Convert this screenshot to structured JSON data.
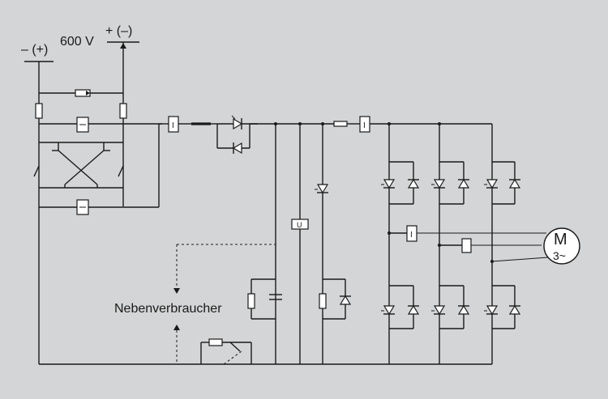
{
  "labels": {
    "supply_left": "– (+)",
    "supply_voltage": "600 V",
    "supply_right": "+ (–)",
    "aux_consumer": "Nebenverbraucher",
    "motor_letter": "M",
    "motor_phase": "3~",
    "current_sensor_mark": "I",
    "voltage_sensor_mark": "U"
  }
}
